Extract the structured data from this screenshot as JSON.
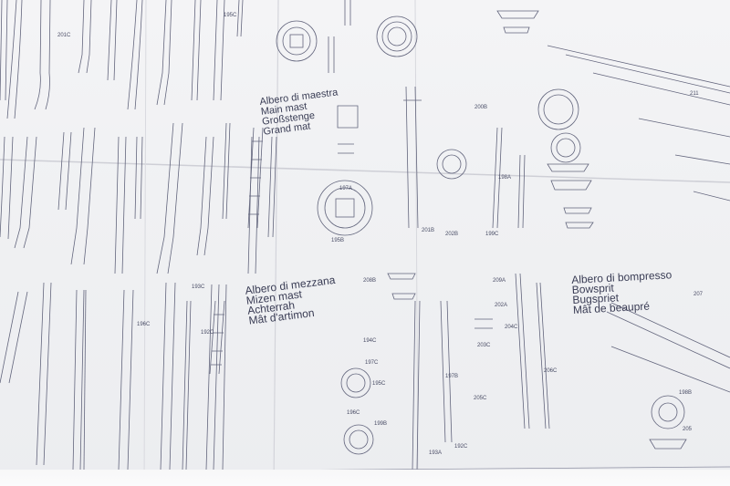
{
  "titles": {
    "main_mast": [
      "Albero di maestra",
      "Main mast",
      "Großstenge",
      "Grand mat"
    ],
    "mizen_mast": [
      "Albero di mezzana",
      "Mizen mast",
      "Achterrah",
      "Mât d'artimon"
    ],
    "bowsprit": [
      "Albero di bompresso",
      "Bowsprit",
      "Bugspriet",
      "Mât de beaupré"
    ]
  },
  "part_numbers": {
    "p201c": "201C",
    "p195c_top": "195C",
    "p196c": "196C",
    "p193c": "193C",
    "p197a": "197A",
    "p197c": "197C",
    "p195b": "195B",
    "p192c": "192C",
    "p194c": "194C",
    "p195c": "195C",
    "p196c_b": "196C",
    "p199b": "199B",
    "p202a": "202A",
    "p203c": "203C",
    "p204c": "204C",
    "p205c": "205C",
    "p206c": "206C",
    "p205": "205",
    "p198b": "198B",
    "p193a": "193A",
    "p197b": "197B",
    "p209a": "209A",
    "p208b": "208B",
    "p207": "207",
    "p211": "211",
    "p200b": "200B",
    "p198a": "198A",
    "p201b": "201B",
    "p202b": "202B",
    "p199c": "199C"
  }
}
